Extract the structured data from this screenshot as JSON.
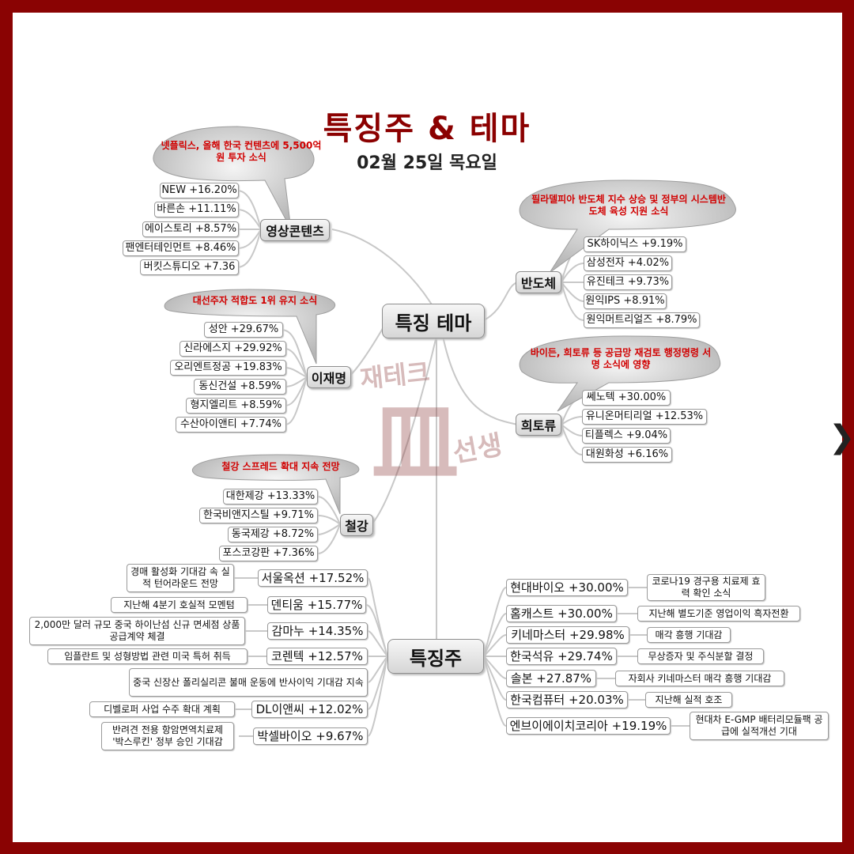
{
  "title": "특징주 & 테마",
  "date": "02월 25일 목요일",
  "watermark": {
    "top": "재테크",
    "middle": "皿",
    "bottom": "선생"
  },
  "nav": {
    "next_icon": "chevron-right-icon",
    "next_glyph": "❯"
  },
  "colors": {
    "frame": "#8a0303",
    "title": "#8b0000",
    "bubble_text": "#d10000"
  },
  "center": {
    "theme_label": "특징 테마",
    "stock_label": "특징주"
  },
  "themes": {
    "content": {
      "label": "영상콘텐츠",
      "note": "넷플릭스, 올해 한국 컨텐츠에 5,500억원 투자 소식",
      "items": [
        "NEW +16.20%",
        "바른손 +11.11%",
        "에이스토리 +8.57%",
        "팬엔터테인먼트 +8.46%",
        "버킷스튜디오 +7.36"
      ]
    },
    "lee": {
      "label": "이재명",
      "note": "대선주자 적합도 1위 유지 소식",
      "items": [
        "성안 +29.67%",
        "신라에스지 +29.92%",
        "오리엔트정공 +19.83%",
        "동신건설 +8.59%",
        "형지엘리트 +8.59%",
        "수산아이앤티 +7.74%"
      ]
    },
    "steel": {
      "label": "철강",
      "note": "철강 스프레드 확대 지속 전망",
      "items": [
        "대한제강 +13.33%",
        "한국비앤지스틸 +9.71%",
        "동국제강 +8.72%",
        "포스코강판 +7.36%"
      ]
    },
    "semi": {
      "label": "반도체",
      "note": "필라델피아 반도체 지수 상승 및 정부의 시스템반도체 육성 지원 소식",
      "items": [
        "SK하이닉스 +9.19%",
        "삼성전자 +4.02%",
        "유진테크 +9.73%",
        "원익IPS +8.91%",
        "원익머트리얼즈 +8.79%"
      ]
    },
    "rare": {
      "label": "희토류",
      "note": "바이든, 희토류 등 공급망 재검토 행정명령 서명 소식에 영향",
      "items": [
        "쎄노텍 +30.00%",
        "유니온머티리얼 +12.53%",
        "티플렉스 +9.04%",
        "대원화성 +6.16%"
      ]
    }
  },
  "stocks_left": [
    {
      "name": "서울옥션 +17.52%",
      "note": "경매 활성화 기대감 속 실적 턴어라운드 전망"
    },
    {
      "name": "덴티움 +15.77%",
      "note": "지난해 4분기 호실적 모멘텀"
    },
    {
      "name": "감마누 +14.35%",
      "note": "2,000만 달러 규모 중국 하이난섬 신규 면세점 상품 공급계약 체결"
    },
    {
      "name": "코렌텍 +12.57%",
      "note": "임플란트 및 성형방법 관련 미국 특허 취득"
    },
    {
      "name": "",
      "note": "중국 신장산 폴리실리콘 불매 운동에 반사이익 기대감 지속"
    },
    {
      "name": "DL이앤씨 +12.02%",
      "note": "디벨로퍼 사업 수주 확대 계획"
    },
    {
      "name": "박셀바이오 +9.67%",
      "note": "반려견 전용 항암면역치료제 '박스루킨' 정부 승인 기대감"
    }
  ],
  "stocks_right": [
    {
      "name": "현대바이오 +30.00%",
      "note": "코로나19 경구용 치료제 효력 확인 소식"
    },
    {
      "name": "홈캐스트 +30.00%",
      "note": "지난해 별도기준 영업이익 흑자전환"
    },
    {
      "name": "키네마스터 +29.98%",
      "note": "매각 흥행 기대감"
    },
    {
      "name": "한국석유 +29.74%",
      "note": "무상증자 및 주식분할 결정"
    },
    {
      "name": "솔본 +27.87%",
      "note": "자회사 키네마스터 매각 흥행 기대감"
    },
    {
      "name": "한국컴퓨터 +20.03%",
      "note": "지난해 실적 호조"
    },
    {
      "name": "엔브이에이치코리아 +19.19%",
      "note": "현대차 E-GMP 배터리모듈팩 공급에 실적개선 기대"
    }
  ]
}
